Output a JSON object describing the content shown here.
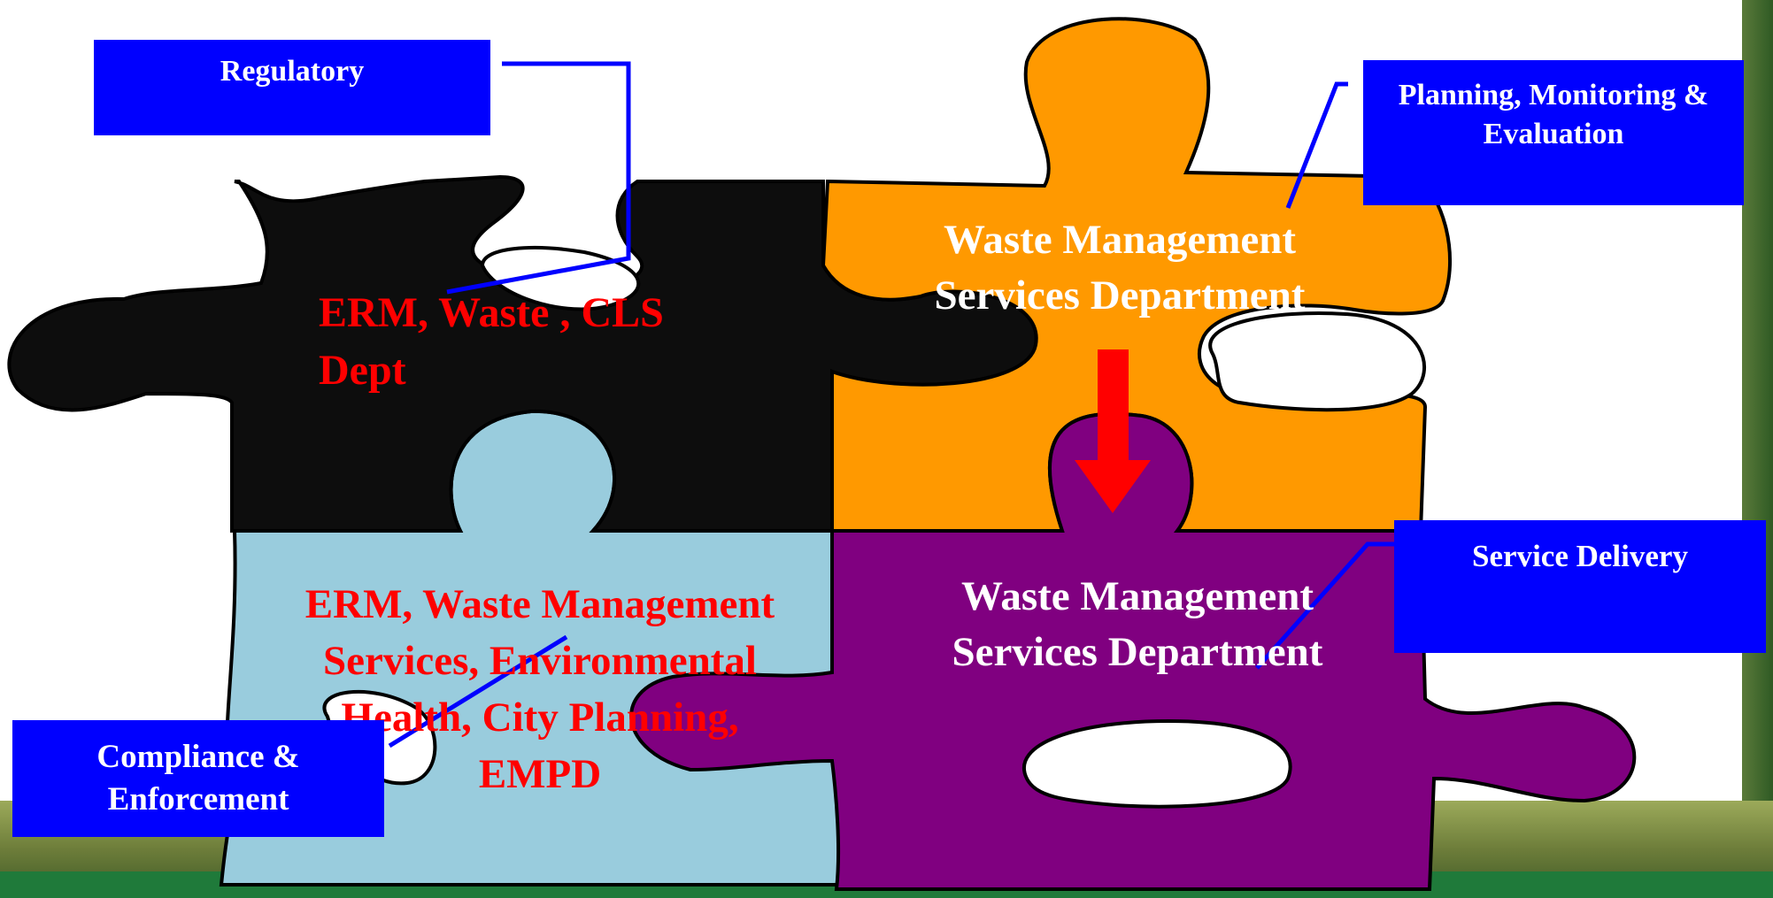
{
  "colors": {
    "black_piece": "#0d0d0d",
    "orange_piece": "#ff9900",
    "lightblue_piece": "#99ccdd",
    "purple_piece": "#800080",
    "label_box": "#0000ff",
    "red_text": "#ff0000",
    "white_text": "#ffffff",
    "arrow": "#ff0000",
    "leader_line": "#0000ff"
  },
  "labels": {
    "regulatory": "Regulatory",
    "planning": "Planning, Monitoring & Evaluation",
    "service_delivery": "Service Delivery",
    "compliance": "Compliance & Enforcement"
  },
  "pieces": {
    "black": "ERM, Waste , CLS Dept",
    "orange": "Waste Management Services Department",
    "lightblue": "ERM, Waste Management Services, Environmental Health, City Planning, EMPD",
    "purple": "Waste Management Services Department"
  }
}
